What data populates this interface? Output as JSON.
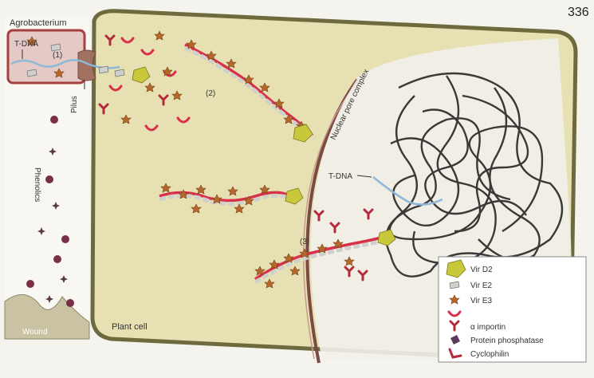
{
  "page_number": "336",
  "labels": {
    "agrobacterium": "Agrobacterium",
    "tdna_bacterium": "T-DNA",
    "step1": "(1)",
    "pilus": "Pilus",
    "phenolics": "Phenolics",
    "wound": "Wound",
    "plant_cell": "Plant cell",
    "step2": "(2)",
    "step3": "(3)",
    "nuclear_pore_complex": "Nuclear pore complex",
    "tdna_nucleus": "T-DNA"
  },
  "legend": [
    {
      "label": "Vir D2",
      "icon": "pentagon-icon",
      "color": "#c9c73a"
    },
    {
      "label": "Vir E2",
      "icon": "vire2-icon",
      "color": "#c9cbc6"
    },
    {
      "label": "Vir E3",
      "icon": "vire3-icon",
      "color": "#b5682c"
    },
    {
      "label": "",
      "icon": "crescent-icon",
      "color": "#d8304a"
    },
    {
      "label": "α importin",
      "icon": "importin-icon",
      "color": "#b32a3a"
    },
    {
      "label": "Protein phosphatase",
      "icon": "phosphatase-icon",
      "color": "#5a3b5e"
    },
    {
      "label": "Cyclophilin",
      "icon": "cyclophilin-icon",
      "color": "#b32a3a"
    }
  ],
  "colors": {
    "cytoplasm": "#e6e0b2",
    "cell_wall": "#6d6a3e",
    "bacterium": "#b04a4a",
    "tdna": "#8fb8d8",
    "nuclear_envelope": "#7a4a45"
  }
}
